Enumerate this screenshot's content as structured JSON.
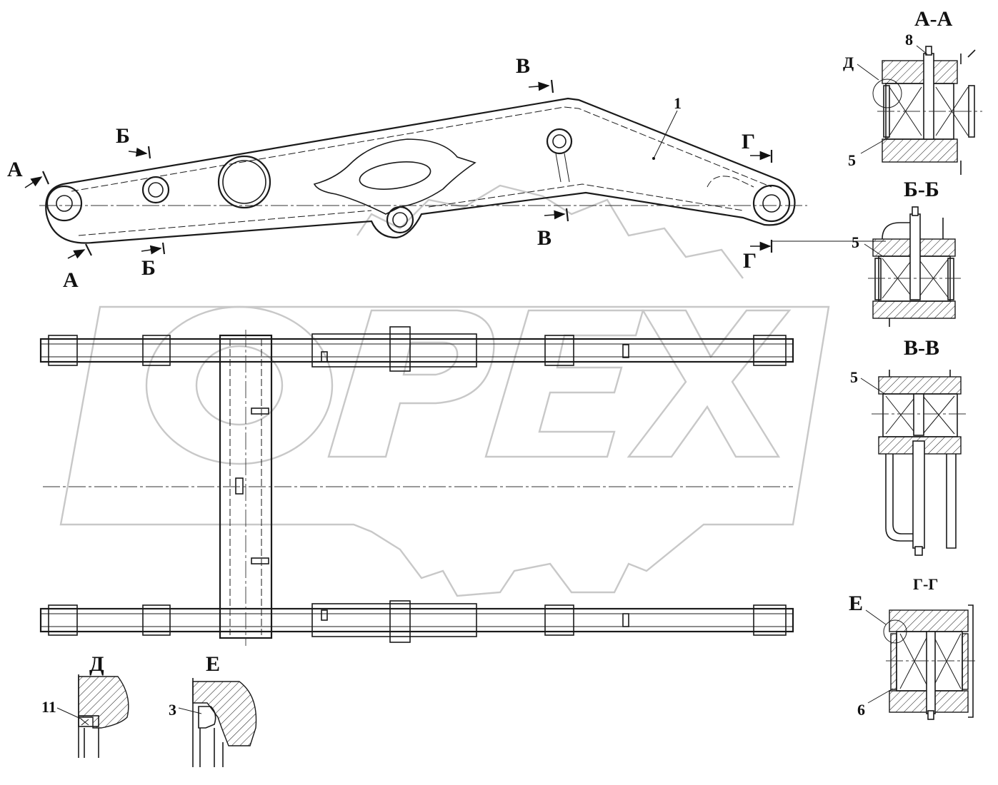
{
  "section_labels": {
    "aa": "А-А",
    "bb": "Б-Б",
    "vv": "В-В",
    "gg": "Г-Г",
    "d": "Д",
    "e": "Е"
  },
  "cut_marks": {
    "a_top": "А",
    "a_bottom": "А",
    "b_top": "Б",
    "b_bottom": "Б",
    "v_top": "В",
    "v_bottom": "В",
    "g_top": "Г",
    "g_bottom": "Г"
  },
  "callouts": {
    "part_1": "1",
    "aa_8": "8",
    "aa_d": "Д",
    "aa_5": "5",
    "bb_5": "5",
    "vv_5": "5",
    "gg_e": "Е",
    "gg_6": "6",
    "d_11": "11",
    "e_3": "3"
  },
  "watermark": {
    "text": "OPEX",
    "color": "#c8c8c8"
  }
}
